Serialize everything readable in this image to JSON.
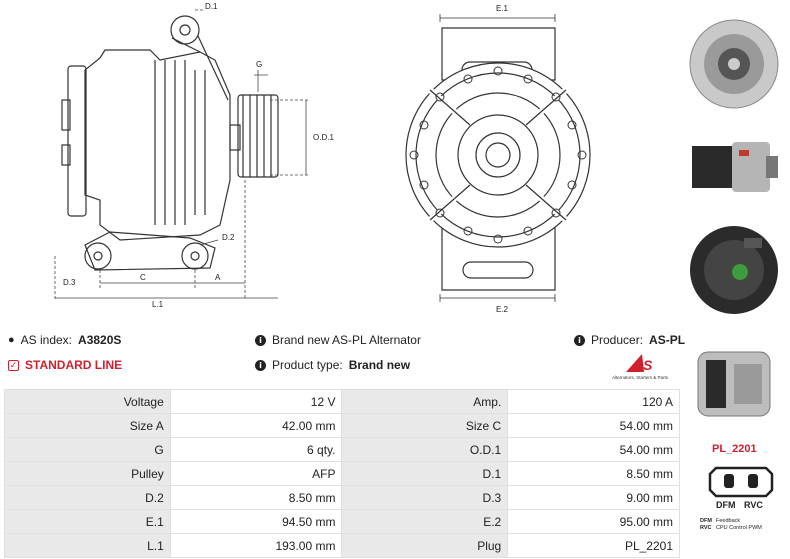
{
  "drawing": {
    "labels": {
      "d1": "D.1",
      "g": "G",
      "od1": "O.D.1",
      "d2": "D.2",
      "d3": "D.3",
      "c": "C",
      "a": "A",
      "l1": "L.1",
      "e1": "E.1",
      "e2": "E.2"
    }
  },
  "info": {
    "as_index_label": "AS index:",
    "as_index_value": "A3820S",
    "standard_line": "STANDARD LINE",
    "brand_new_text": "Brand new AS-PL Alternator",
    "product_type_label": "Product type:",
    "product_type_value": "Brand new",
    "producer_label": "Producer:",
    "producer_value": "AS-PL",
    "logo_tagline": "Alternators, Starters & Parts"
  },
  "specs": [
    {
      "l1": "Voltage",
      "v1": "12 V",
      "l2": "Amp.",
      "v2": "120 A"
    },
    {
      "l1": "Size A",
      "v1": "42.00 mm",
      "l2": "Size C",
      "v2": "54.00 mm"
    },
    {
      "l1": "G",
      "v1": "6 qty.",
      "l2": "O.D.1",
      "v2": "54.00 mm"
    },
    {
      "l1": "Pulley",
      "v1": "AFP",
      "l2": "D.1",
      "v2": "8.50 mm"
    },
    {
      "l1": "D.2",
      "v1": "8.50 mm",
      "l2": "D.3",
      "v2": "9.00 mm"
    },
    {
      "l1": "E.1",
      "v1": "94.50 mm",
      "l2": "E.2",
      "v2": "95.00 mm"
    },
    {
      "l1": "L.1",
      "v1": "193.00 mm",
      "l2": "Plug",
      "v2": "PL_2201"
    }
  ],
  "plug": {
    "code": "PL_2201",
    "pin1": "DFM",
    "pin2": "RVC",
    "legend": [
      {
        "key": "DFM",
        "desc": "Feedback"
      },
      {
        "key": "RVC",
        "desc": "CPU Control PWM"
      }
    ]
  }
}
